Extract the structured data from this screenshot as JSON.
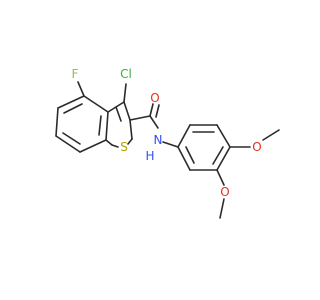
{
  "structure": {
    "atom_labels": {
      "fluorine": "F",
      "chlorine": "Cl",
      "sulfur": "S",
      "carbonyl_oxygen": "O",
      "amide_nitrogen": "N",
      "amide_hydrogen": "H",
      "methoxy_oxygen_top": "O",
      "methoxy_oxygen_bottom": "O"
    },
    "colors": {
      "bond": "#2b2b2b",
      "fluorine": "#8cc63f",
      "chlorine": "#3cb043",
      "sulfur": "#b5a100",
      "oxygen": "#e8301c",
      "nitrogen": "#3050f8",
      "nitrogen_hydrogen": "#3050f8"
    }
  }
}
